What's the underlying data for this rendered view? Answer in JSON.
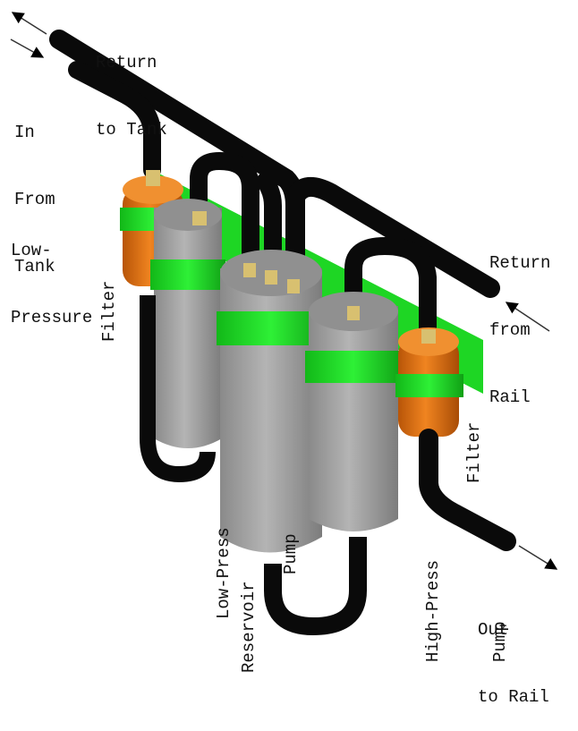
{
  "diagram": {
    "title": "Fuel system with reservoir, pumps and filters",
    "colors": {
      "hose": "#0a0a0a",
      "canister": "#a6a6a6",
      "canister_top": "#8f8f8f",
      "bracket": "#22e02a",
      "filter": "#e07010",
      "fitting": "#d8c070",
      "ferrule": "#d0d0d0"
    },
    "labels": {
      "return_to_tank": [
        "Return",
        "to Tank"
      ],
      "in_from_tank": [
        "In",
        "From",
        "Tank"
      ],
      "low_pressure_filter_top": [
        "Low-",
        "Pressure"
      ],
      "low_pressure_filter_side": "Filter",
      "return_from_rail": [
        "Return",
        "from",
        "Rail"
      ],
      "high_pressure_filter": "Filter",
      "out_to_rail": [
        "Out",
        "to Rail"
      ],
      "low_press_pump": [
        "Low-Press",
        "Pump"
      ],
      "reservoir": "Reservoir",
      "high_press_pump": [
        "High-Press",
        "Pump"
      ]
    },
    "components": [
      {
        "name": "Low-Pressure Filter",
        "color": "orange"
      },
      {
        "name": "Low-Press Pump",
        "color": "gray"
      },
      {
        "name": "Reservoir",
        "color": "gray"
      },
      {
        "name": "High-Press Pump",
        "color": "gray"
      },
      {
        "name": "Filter",
        "color": "orange"
      }
    ],
    "flows": [
      {
        "label": "Return to Tank",
        "direction": "out"
      },
      {
        "label": "In From Tank",
        "direction": "in"
      },
      {
        "label": "Return from Rail",
        "direction": "in"
      },
      {
        "label": "Out to Rail",
        "direction": "out"
      }
    ]
  }
}
